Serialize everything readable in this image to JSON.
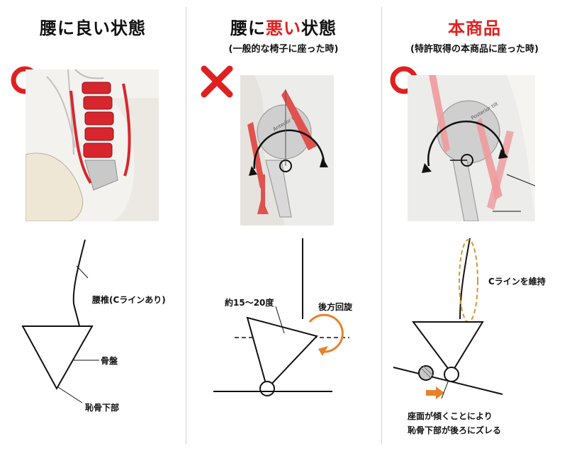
{
  "panels": {
    "good": {
      "title": "腰に良い状態",
      "label_spine": "腰椎(Cラインあり)",
      "label_pelvis": "骨盤",
      "label_pubis": "恥骨下部"
    },
    "bad": {
      "title_a": "腰に",
      "title_b": "悪い",
      "title_c": "状態",
      "subtitle": "(一般的な椅子に座った時)",
      "label_angle": "約15～20度",
      "label_rotation": "後方回旋",
      "bone_label": "Anterior tilt"
    },
    "product": {
      "title": "本商品",
      "subtitle": "(特許取得の本商品に座った時)",
      "label_cline": "Cラインを維持",
      "label_caption_1": "座面が傾くことにより",
      "label_caption_2": "恥骨下部が後ろにズレる",
      "bone_label": "Posterior tilt"
    }
  },
  "colors": {
    "accent_red": "#e02020",
    "spine_red": "#d8262e",
    "muscle_red": "#e0524e",
    "orange": "#e8822a"
  }
}
